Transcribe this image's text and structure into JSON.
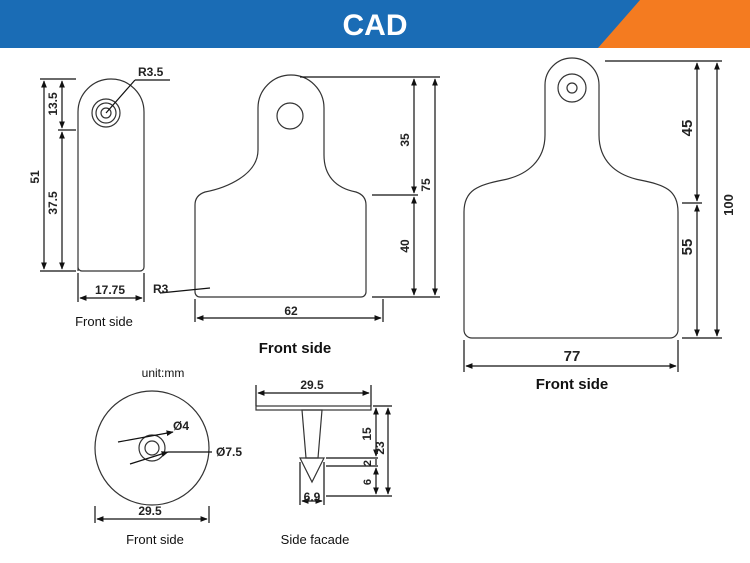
{
  "header": {
    "title": "CAD",
    "color_primary": "#1a6cb5",
    "color_accent": "#f47b20"
  },
  "tag_a": {
    "caption": "Front side",
    "radius_label": "R3.5",
    "height_top": "13.5",
    "height_bottom": "37.5",
    "height_total": "51",
    "width": "17.75"
  },
  "tag_b": {
    "caption": "Front side",
    "radius_label": "R3",
    "height_top": "35",
    "height_bottom": "40",
    "height_total": "75",
    "width": "62"
  },
  "tag_c": {
    "caption": "Front side",
    "height_top": "45",
    "height_bottom": "55",
    "height_total": "100",
    "width": "77"
  },
  "button": {
    "unit": "unit:mm",
    "caption": "Front side",
    "inner_diameter": "Ø4",
    "outer_diameter": "Ø7.5",
    "width": "29.5"
  },
  "side": {
    "caption": "Side facade",
    "top_width": "29.5",
    "dim_15": "15",
    "dim_2": "2",
    "dim_6": "6",
    "dim_23": "23",
    "tip_width": "6.9"
  }
}
